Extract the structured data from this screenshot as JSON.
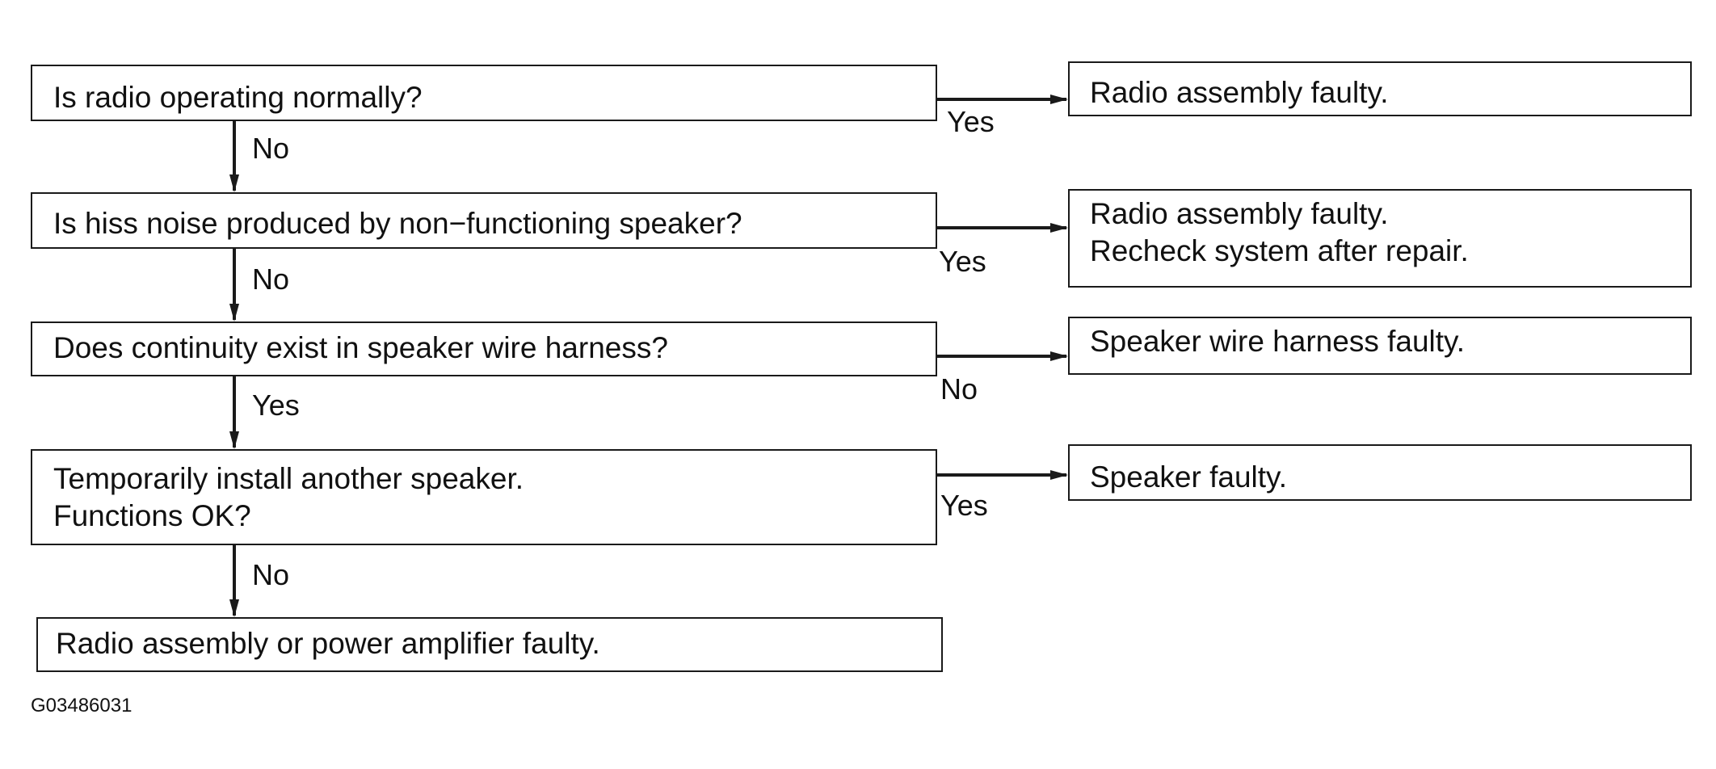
{
  "questions": [
    {
      "text": "Is radio operating normally?",
      "right_label": "Yes",
      "down_label": "No"
    },
    {
      "text": "Is hiss noise produced by non−functioning speaker?",
      "right_label": "Yes",
      "down_label": "No"
    },
    {
      "text": "Does continuity exist in speaker wire harness?",
      "right_label": "No",
      "down_label": "Yes"
    },
    {
      "text": "Temporarily install another speaker.\nFunctions OK?",
      "right_label": "Yes",
      "down_label": "No"
    }
  ],
  "results": [
    {
      "text": "Radio assembly faulty."
    },
    {
      "text": "Radio assembly faulty.\nRecheck system after repair."
    },
    {
      "text": "Speaker wire harness faulty."
    },
    {
      "text": "Speaker faulty."
    }
  ],
  "final": {
    "text": "Radio assembly or power amplifier faulty."
  },
  "figure_id": "G03486031"
}
